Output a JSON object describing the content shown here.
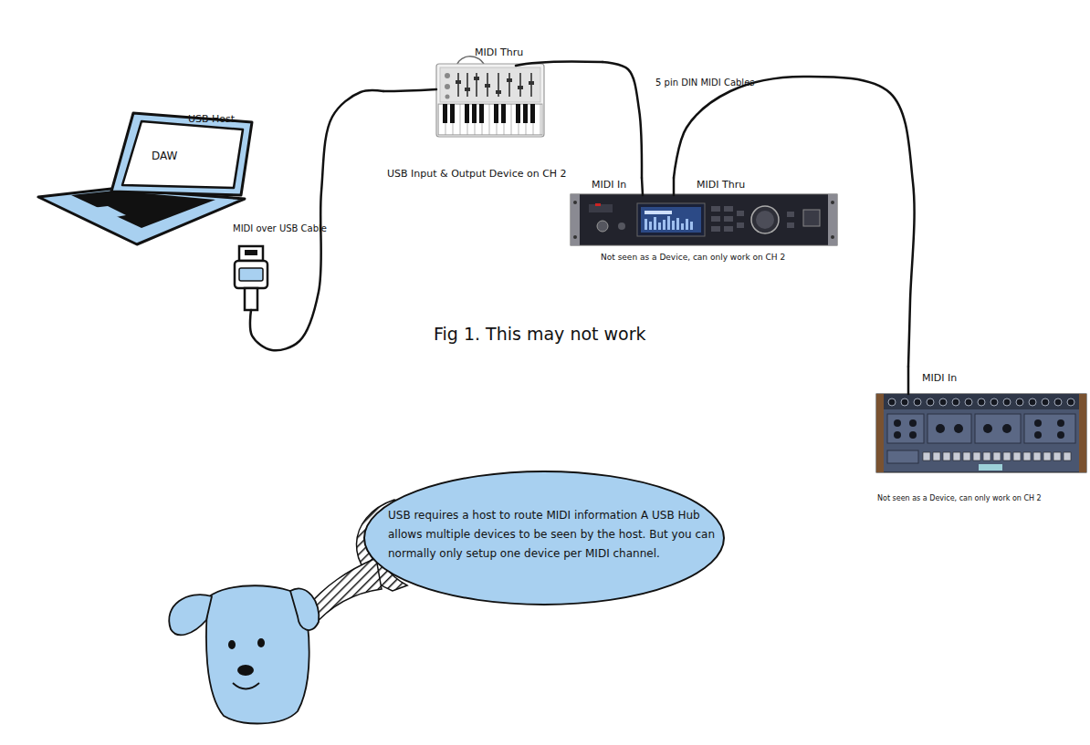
{
  "diagram": {
    "caption": "Fig 1. This may not work",
    "nodes": [
      {
        "text": [
          "USB Host",
          "DAW"
        ]
      },
      {
        "text": [
          "MIDI Thru",
          "USB Input & Output Device on CH 2"
        ]
      },
      {
        "text": [
          "MIDI In",
          "MIDI Thru",
          "Not seen as a Device, can only work on CH 2"
        ]
      },
      {
        "text": [
          "MIDI In",
          "Not seen as a Device, can only work on CH 2"
        ]
      },
      {
        "text": [
          "USB requires a host to route MIDI information A USB Hub allows multiple devices to be seen by the host. But you can normally only setup one device per MIDI channel."
        ]
      }
    ],
    "edges": [
      {
        "from": 0,
        "to": 1,
        "arrow": "none",
        "label": "MIDI over USB Cable"
      },
      {
        "from": 1,
        "to": 2,
        "arrow": "none"
      },
      {
        "from": 2,
        "to": 3,
        "arrow": "none"
      }
    ],
    "labels": [
      "5 pin DIN MIDI Cables"
    ]
  }
}
